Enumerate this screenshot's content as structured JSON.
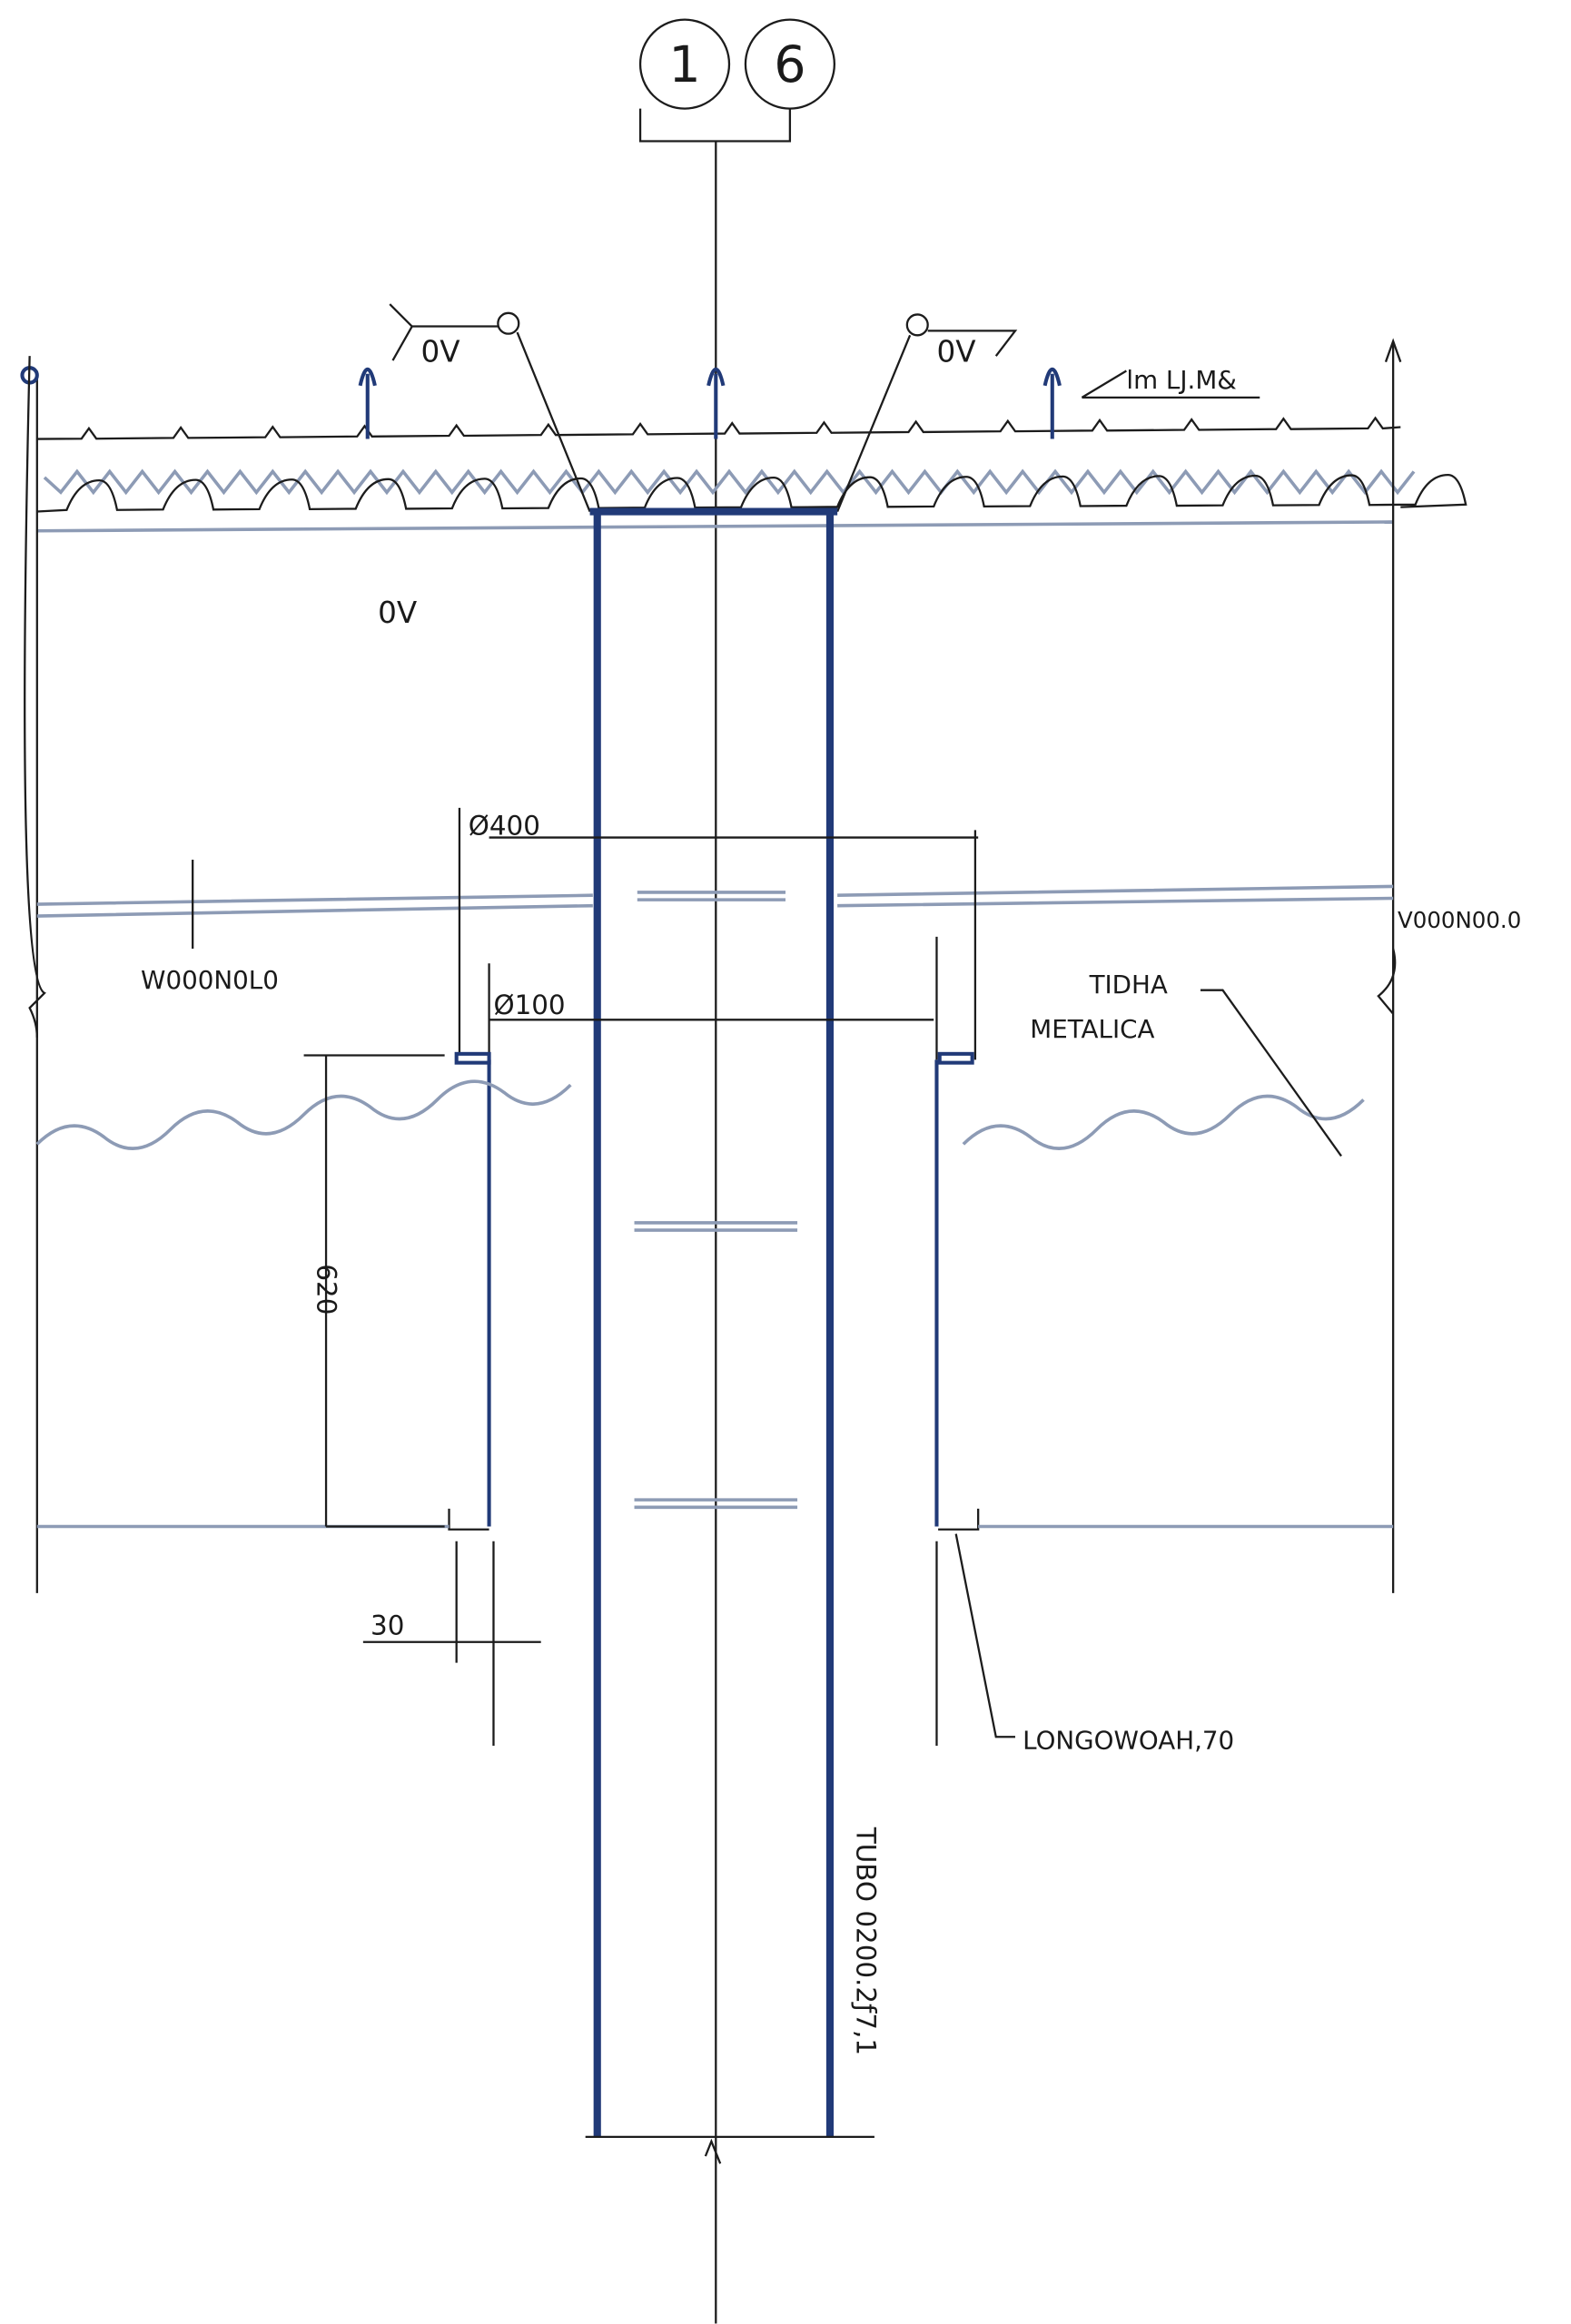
{
  "grid_markers": [
    "1",
    "6"
  ],
  "labels": {
    "weld_left": "0V",
    "weld_right": "0V",
    "roof_note": "lm LJ.M&",
    "weld_mid": "0V",
    "dia_outer": "Ø400",
    "dia_inner": "Ø100",
    "left_note": "W000N0L0",
    "right_note": "V000N00.0",
    "flashing_line1": "TIDHA",
    "flashing_line2": "METALICA",
    "height_dim": "620",
    "offset_dim": "30",
    "bottom_note": "LONGOWOAH,70",
    "tube_note": "TUBO 0200.2ƒ7,1"
  },
  "colors": {
    "pipe": "#213a78",
    "line": "#1c1c1c",
    "light": "#8d9bb5"
  }
}
